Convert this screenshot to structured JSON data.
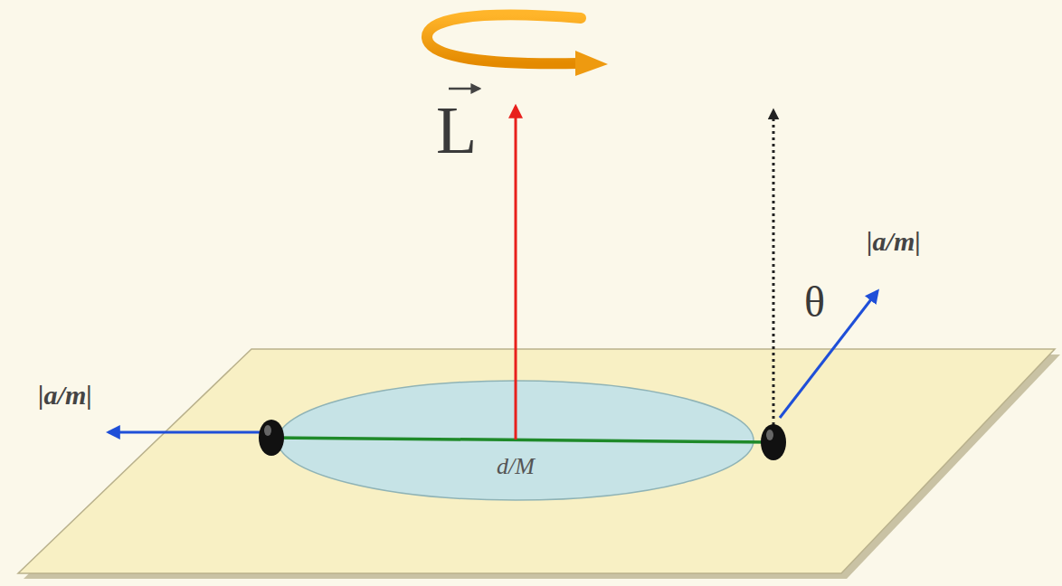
{
  "diagram": {
    "nodes": [
      {
        "text": [
          "d/M"
        ]
      }
    ],
    "labels": [
      "L",
      "|a/m|",
      "θ",
      "|a/m|"
    ]
  }
}
